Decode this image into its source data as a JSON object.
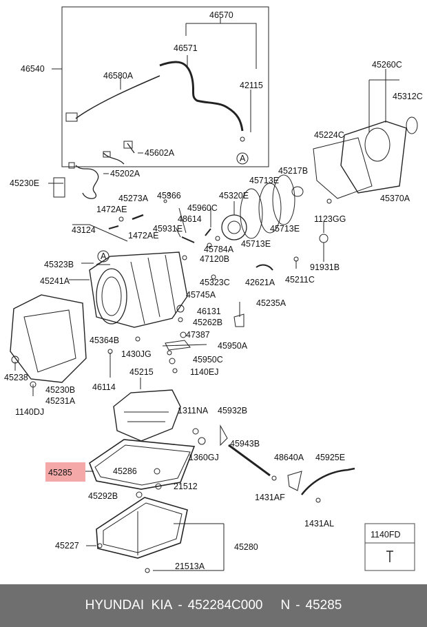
{
  "callouts": {
    "46570": "46570",
    "46571": "46571",
    "46540": "46540",
    "46580A": "46580A",
    "42115": "42115",
    "circleA": "A",
    "45602A": "45602A",
    "45202A": "45202A",
    "45230E": "45230E",
    "45273A": "45273A",
    "45366": "45366",
    "1472AE_1": "1472AE",
    "1472AE_2": "1472AE",
    "43124": "43124",
    "45960C": "45960C",
    "48614": "48614",
    "45931E": "45931E",
    "45784A": "45784A",
    "45320E": "45320E",
    "45713E_1": "45713E",
    "45713E_2": "45713E",
    "45713E_3": "45713E",
    "45217B": "45217B",
    "45224C": "45224C",
    "45260C": "45260C",
    "45312C": "45312C",
    "45370A": "45370A",
    "1123GG": "1123GG",
    "91931B": "91931B",
    "45323B": "45323B",
    "45241A": "45241A",
    "circleA2": "A",
    "47120B": "47120B",
    "45323C": "45323C",
    "42621A": "42621A",
    "45211C": "45211C",
    "45745A": "45745A",
    "45235A": "45235A",
    "46131": "46131",
    "45262B": "45262B",
    "47387": "47387",
    "45364B": "45364B",
    "45950A": "45950A",
    "1430JG": "1430JG",
    "45950C": "45950C",
    "45238": "45238",
    "45215": "45215",
    "1140EJ": "1140EJ",
    "46114": "46114",
    "45230B": "45230B",
    "45231A": "45231A",
    "1140DJ": "1140DJ",
    "1311NA": "1311NA",
    "45932B": "45932B",
    "45943B": "45943B",
    "1360GJ": "1360GJ",
    "48640A": "48640A",
    "45925E": "45925E",
    "45285": "45285",
    "45286": "45286",
    "1431AF": "1431AF",
    "45292B": "45292B",
    "21512": "21512",
    "1431AL": "1431AL",
    "1140FD": "1140FD",
    "45227": "45227",
    "45280": "45280",
    "21513A": "21513A"
  },
  "footer": {
    "brand": "HYUNDAI  KIA",
    "sep1": "-",
    "part_number": "452284C000",
    "n_label": "N",
    "sep2": "-",
    "ref_number": "45285"
  },
  "colors": {
    "highlight": "#f4a8a8",
    "footer_bg": "#6f6f6f",
    "line": "#222222"
  }
}
